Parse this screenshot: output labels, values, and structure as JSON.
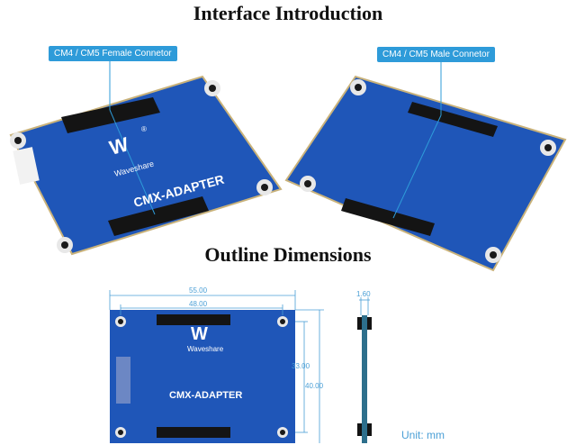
{
  "headings": {
    "interface": "Interface Introduction",
    "outline": "Outline Dimensions"
  },
  "callouts": {
    "female": "CM4 / CM5 Female Connetor",
    "male": "CM4 / CM5 Male Connetor"
  },
  "board": {
    "brand": "Waveshare",
    "name": "CMX-ADAPTER",
    "registered_mark": "®"
  },
  "dimensions": {
    "width_outer": "55.00",
    "width_inner": "48.00",
    "height_inner": "33.00",
    "height_outer": "40.00",
    "thickness": "1.60"
  },
  "unit_label": "Unit: mm",
  "colors": {
    "board_blue": "#1f56b8",
    "callout_blue": "#2e9bd9",
    "dimension_blue": "#4a9fd6"
  }
}
